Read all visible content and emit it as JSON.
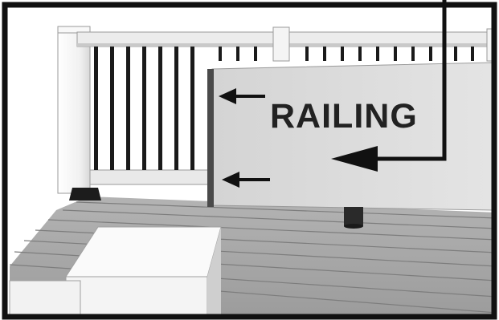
{
  "label": {
    "text": "RAILING"
  },
  "colors": {
    "frame": "#111111",
    "sky": "#ffffff",
    "post": "#f2f2f2",
    "rail": "#ececec",
    "baluster": "#1a1a1a",
    "panel": "#dcdcdc",
    "panel_edge": "#4a4a4a",
    "deck": "#a9a9a9",
    "deck_line": "#7d7d7d",
    "box": "#f7f7f7",
    "arrow": "#111111"
  },
  "icons": [
    "pointer-arrow",
    "leader-arrow"
  ]
}
